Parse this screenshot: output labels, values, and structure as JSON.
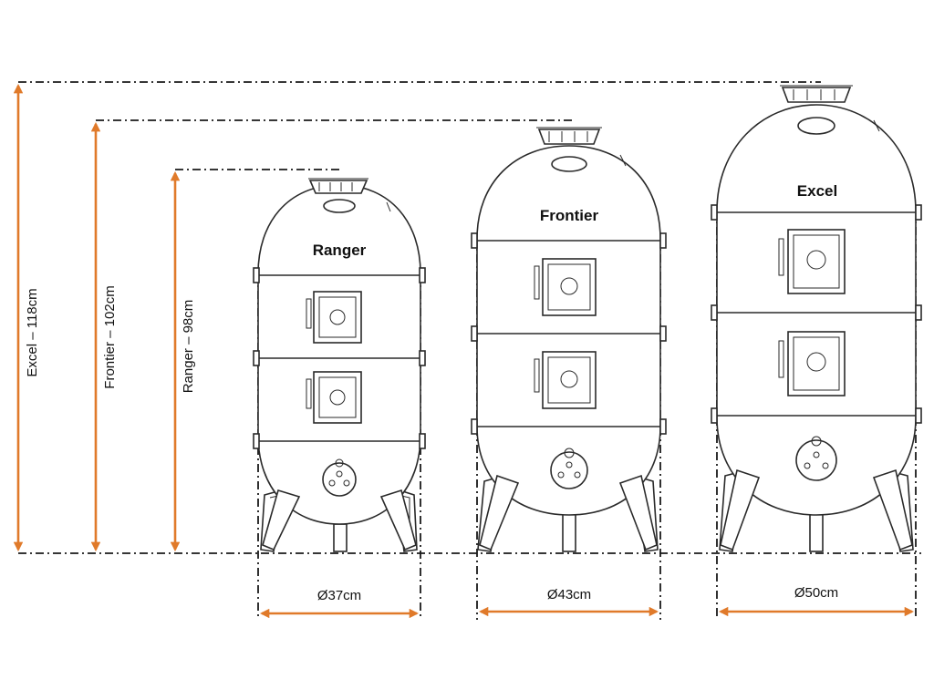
{
  "colors": {
    "dimension_arrow": "#e07a2a",
    "line": "#2a2a2a"
  },
  "heights": {
    "excel": "Excel – 118cm",
    "frontier": "Frontier – 102cm",
    "ranger": "Ranger – 98cm"
  },
  "diameters": {
    "ranger": "Ø37cm",
    "frontier": "Ø43cm",
    "excel": "Ø50cm"
  },
  "models": {
    "ranger": "Ranger",
    "frontier": "Frontier",
    "excel": "Excel"
  }
}
